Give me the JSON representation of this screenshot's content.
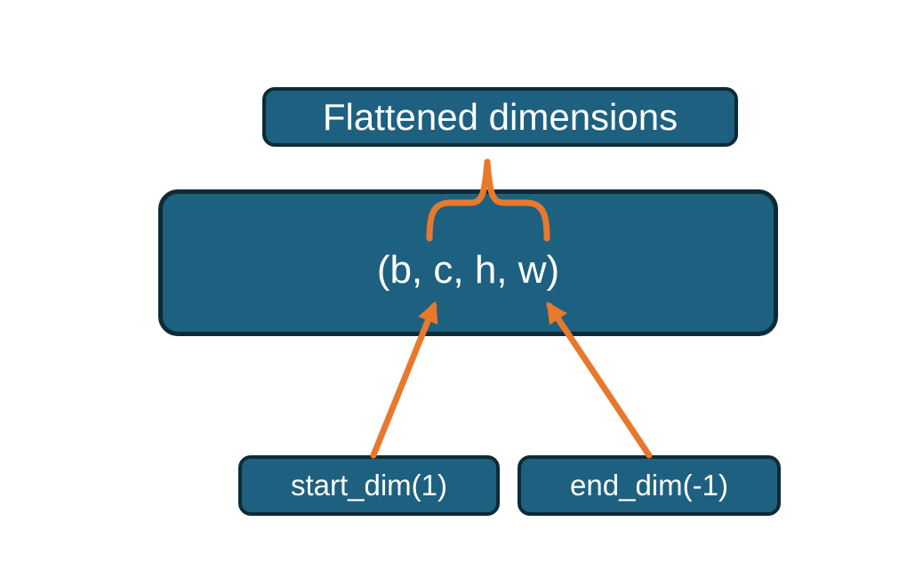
{
  "diagram": {
    "title_box": {
      "label": "Flattened dimensions"
    },
    "tensor_box": {
      "label": "(b, c, h, w)"
    },
    "start_dim_box": {
      "label": "start_dim(1)"
    },
    "end_dim_box": {
      "label": "end_dim(-1)"
    },
    "colors": {
      "background": "#FFFFFF",
      "box_fill": "#1E607F",
      "box_border": "#0D2B36",
      "arrow": "#E8792C",
      "text": "#FFFFFF"
    }
  }
}
